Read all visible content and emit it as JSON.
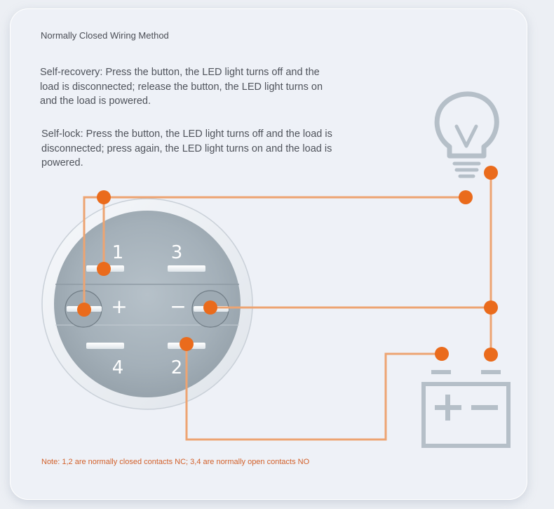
{
  "title": "Normally Closed Wiring Method",
  "self_recovery": "Self-recovery: Press the button, the LED light turns off and the load is disconnected; release the button, the LED light turns on and the load is powered.",
  "self_lock": "Self-lock: Press the button, the LED light turns off and the load is disconnected; press again, the LED light turns on and the load is powered.",
  "switch": {
    "terminal_1": "1",
    "terminal_2": "2",
    "terminal_3": "3",
    "terminal_4": "4",
    "plus_sign": "+",
    "minus_sign": "−"
  },
  "note": "Note: 1,2 are normally closed contacts NC; 3,4 are normally open contacts NO",
  "colors": {
    "wire": "#eda472",
    "dot": "#ea6b1c",
    "note": "#d2602a",
    "icon": "#b5bfc8"
  },
  "icons": [
    "light-bulb-icon",
    "battery-icon"
  ]
}
